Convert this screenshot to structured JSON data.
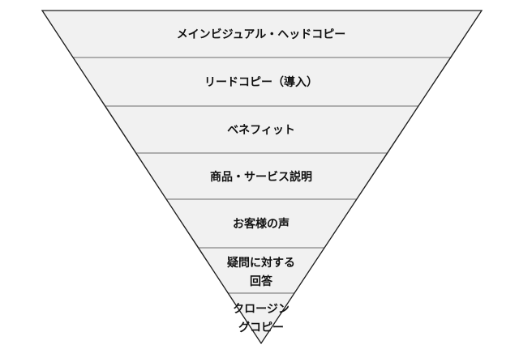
{
  "diagram": {
    "type": "inverted-funnel",
    "layer_count": 7,
    "layers": [
      {
        "name": "main-visual-head-copy",
        "lines": [
          "メインビジュアル・ヘッドコピー"
        ]
      },
      {
        "name": "lead-copy",
        "lines": [
          "リードコピー（導入）"
        ]
      },
      {
        "name": "benefit",
        "lines": [
          "ベネフィット"
        ]
      },
      {
        "name": "product-service-description",
        "lines": [
          "商品・サービス説明"
        ]
      },
      {
        "name": "customer-voices",
        "lines": [
          "お客様の声"
        ]
      },
      {
        "name": "answers-to-questions",
        "lines": [
          "疑問に対する",
          "回答"
        ]
      },
      {
        "name": "closing-copy",
        "lines": [
          "クロージン",
          "グコピー"
        ]
      }
    ],
    "colors": {
      "background": "#ffffff",
      "layer_fill": "#f1f1f1",
      "divider_stroke": "#6a6a6a",
      "outline_stroke": "#1f1f1f",
      "text": "#111111"
    }
  }
}
